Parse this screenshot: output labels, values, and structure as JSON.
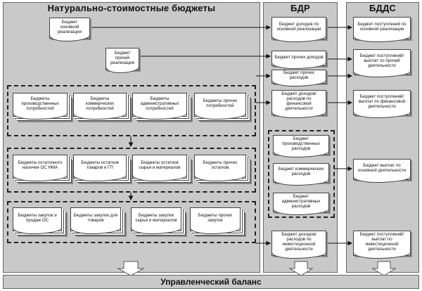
{
  "panels": {
    "natural": "Натурально-стоимостные бюджеты",
    "bdr": "БДР",
    "bdds": "БДДС"
  },
  "natural": {
    "main_sales": "Бюджет основной реализации",
    "other_sales": "Бюджет прочей реализации",
    "needs": [
      "Бюджеты производственных потребностей",
      "Бюджеты коммерческих потребностей",
      "Бюджеты административных потребностей",
      "Бюджеты прочих потребностей"
    ],
    "stocks": [
      "Бюджеты остаточного наличия ОС НМА",
      "Бюджеты остатков товаров и ГП",
      "Бюджеты остатков сырья и материалов",
      "Бюджеты прочих остатков"
    ],
    "purchases": [
      "Бюджеты закупок и продаж ОС",
      "Бюджеты закупок для товаров",
      "Бюджеты закупок сырья и материалов",
      "Бюджеты прочих закупок"
    ]
  },
  "bdr": {
    "main_income": "Бюджет доходов по основной реализации",
    "other_income": "Бюджет прочих доходов",
    "other_expenses": "Бюджет прочих расходов",
    "financial": "Бюджет доходов/расходов по финансовой деятельности",
    "production": "Бюджет производственных расходов",
    "commercial": "Бюджет коммерческих расходов",
    "admin": "Бюджет административных расходов",
    "investment": "Бюджет доходов/расходов по инвестиционной деятельности"
  },
  "bdds": {
    "main_receipts": "Бюджет поступлений по основной реализации",
    "other_receipts": "Бюджет поступлений/выплат по прочей деятельности",
    "financial": "Бюджет поступлений/выплат по финансовой деятельности",
    "main_payments": "Бюджет выплат по основной деятельности",
    "investment": "Бюджет поступлений/выплат по инвестиционной деятельности"
  },
  "bottom": "Управленческий баланс"
}
